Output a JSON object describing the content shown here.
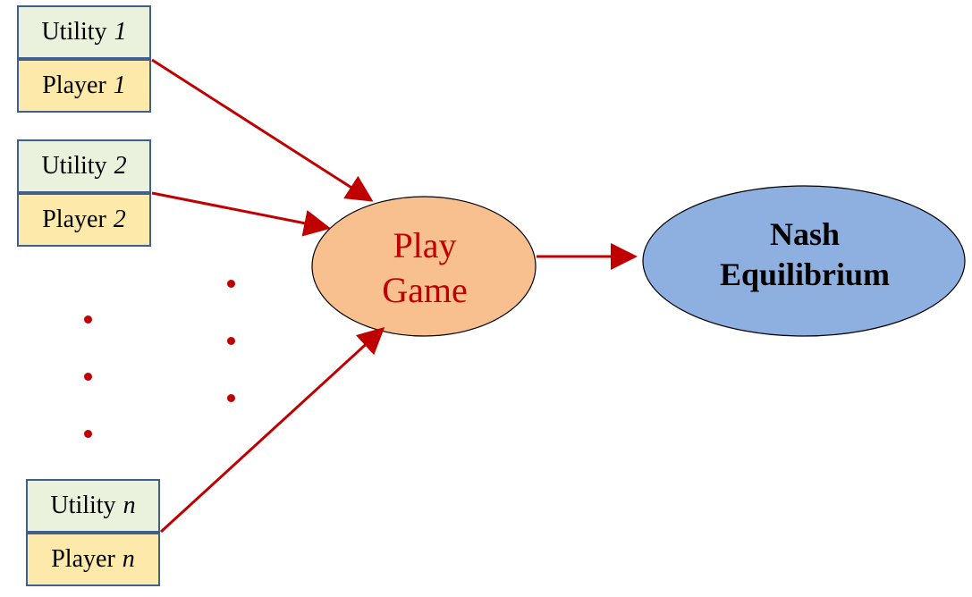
{
  "players": [
    {
      "utility_label": "Utility",
      "player_label": "Player",
      "index": "1"
    },
    {
      "utility_label": "Utility",
      "player_label": "Player",
      "index": "2"
    },
    {
      "utility_label": "Utility",
      "player_label": "Player",
      "index": "n"
    }
  ],
  "play_node": {
    "line1": "Play",
    "line2": "Game"
  },
  "nash_node": {
    "line1": "Nash",
    "line2": "Equilibrium"
  },
  "colors": {
    "arrow": "#c00000",
    "play_fill": "#f8c08f",
    "nash_fill": "#8eb0e0",
    "utility_fill": "#eaf1dd",
    "player_fill": "#fde9a9",
    "box_border": "#3f5f8f"
  }
}
